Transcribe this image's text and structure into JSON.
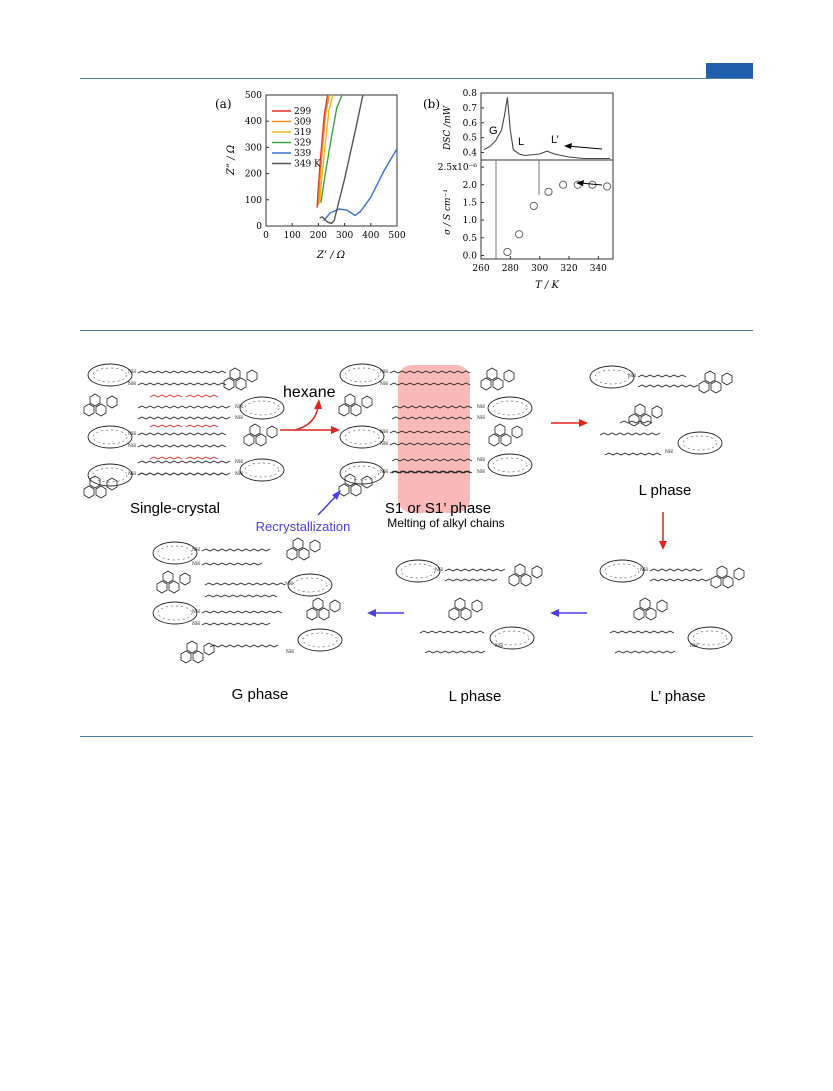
{
  "header": {
    "accent_color": "#1f5fab",
    "rule_color": "#4f79a6"
  },
  "figure_top": {
    "panel_a": {
      "label": "(a)",
      "xlabel": "Z’ / Ω",
      "ylabel": "Z” / Ω",
      "legend_unit": "K",
      "chart_data": {
        "type": "line",
        "xlim": [
          0,
          500
        ],
        "ylim": [
          0,
          500
        ],
        "xticks": [
          "0",
          "100",
          "200",
          "300",
          "400",
          "500"
        ],
        "yticks": [
          "0",
          "100",
          "200",
          "300",
          "400",
          "500"
        ],
        "legend": "upper-left",
        "series": [
          {
            "name": "299",
            "color": "#e6312b",
            "x": [
              195,
              200,
              210,
              222,
              235
            ],
            "y": [
              70,
              150,
              280,
              420,
              500
            ]
          },
          {
            "name": "309",
            "color": "#f28c1e",
            "x": [
              200,
              205,
              215,
              228,
              242
            ],
            "y": [
              80,
              160,
              290,
              430,
              500
            ]
          },
          {
            "name": "319",
            "color": "#f2b21e",
            "x": [
              205,
              212,
              225,
              240,
              255
            ],
            "y": [
              85,
              170,
              300,
              440,
              500
            ]
          },
          {
            "name": "329",
            "color": "#3ca33c",
            "x": [
              210,
              225,
              250,
              270,
              290
            ],
            "y": [
              90,
              190,
              340,
              450,
              500
            ]
          },
          {
            "name": "339",
            "color": "#3b6fd6",
            "x": [
              220,
              245,
              280,
              310,
              340,
              360,
              400,
              450,
              500
            ],
            "y": [
              20,
              50,
              65,
              60,
              40,
              55,
              110,
              210,
              295
            ]
          },
          {
            "name": "349",
            "color": "#555555",
            "x": [
              205,
              215,
              235,
              250,
              260,
              300,
              340,
              370
            ],
            "y": [
              30,
              35,
              15,
              10,
              20,
              180,
              360,
              500
            ]
          }
        ]
      }
    },
    "panel_b": {
      "label": "(b)",
      "dsc": {
        "ylabel": "DSC /mW",
        "yticks": [
          "0.4",
          "0.5",
          "0.6",
          "0.7",
          "0.8"
        ],
        "peaks": {
          "g": "G",
          "l": "L",
          "lp": "L’"
        },
        "chart_data": {
          "type": "line",
          "xlim": [
            260,
            350
          ],
          "ylim": [
            0.35,
            0.8
          ],
          "x": [
            262,
            266,
            270,
            274,
            276,
            278,
            280,
            282,
            286,
            290,
            300,
            305,
            310,
            320,
            330,
            340,
            348
          ],
          "y": [
            0.42,
            0.44,
            0.48,
            0.55,
            0.65,
            0.77,
            0.55,
            0.42,
            0.39,
            0.38,
            0.39,
            0.41,
            0.39,
            0.37,
            0.36,
            0.36,
            0.36
          ]
        }
      },
      "conductivity": {
        "ylabel": "σ / S cm⁻¹",
        "yticks": [
          "0.0",
          "0.5",
          "1.0",
          "1.5",
          "2.0",
          "2.5x10⁻⁶"
        ],
        "xlabel": "T / K",
        "xticks": [
          "260",
          "280",
          "300",
          "320",
          "340"
        ],
        "chart_data": {
          "type": "scatter",
          "xlim": [
            260,
            350
          ],
          "ylim": [
            -0.1,
            2.7
          ],
          "x": [
            278,
            286,
            296,
            306,
            316,
            326,
            336,
            346
          ],
          "y": [
            0.1,
            0.6,
            1.4,
            1.8,
            2.0,
            2.0,
            2.0,
            1.95
          ]
        }
      }
    }
  },
  "scheme": {
    "single_crystal": "Single-crystal",
    "hexane": "hexane",
    "s1": "S1 or S1’ phase",
    "s1_sub": "Melting of alkyl chains",
    "recrystallization": "Recrystallization",
    "l_phase_top": "L phase",
    "l_prime": "L’ phase",
    "l_phase_bottom": "L phase",
    "g_phase": "G phase",
    "nh": "NH",
    "red": "#e2231a",
    "blue": "#4a3fe0",
    "highlight": "#f9b9b9"
  }
}
